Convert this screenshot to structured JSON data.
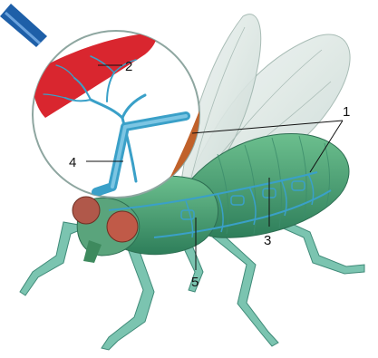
{
  "diagram": {
    "labels": [
      {
        "id": "1",
        "text": "1"
      },
      {
        "id": "2",
        "text": "2"
      },
      {
        "id": "3",
        "text": "3"
      },
      {
        "id": "4",
        "text": "4"
      },
      {
        "id": "5",
        "text": "5"
      }
    ]
  },
  "colors": {
    "tracheae": "#3aa0c8",
    "body": "#4aa57a",
    "wing": "#dfe9e6",
    "eye": "#c05a48",
    "tissue": "#d9262f",
    "tube": "#1e5fa8"
  }
}
